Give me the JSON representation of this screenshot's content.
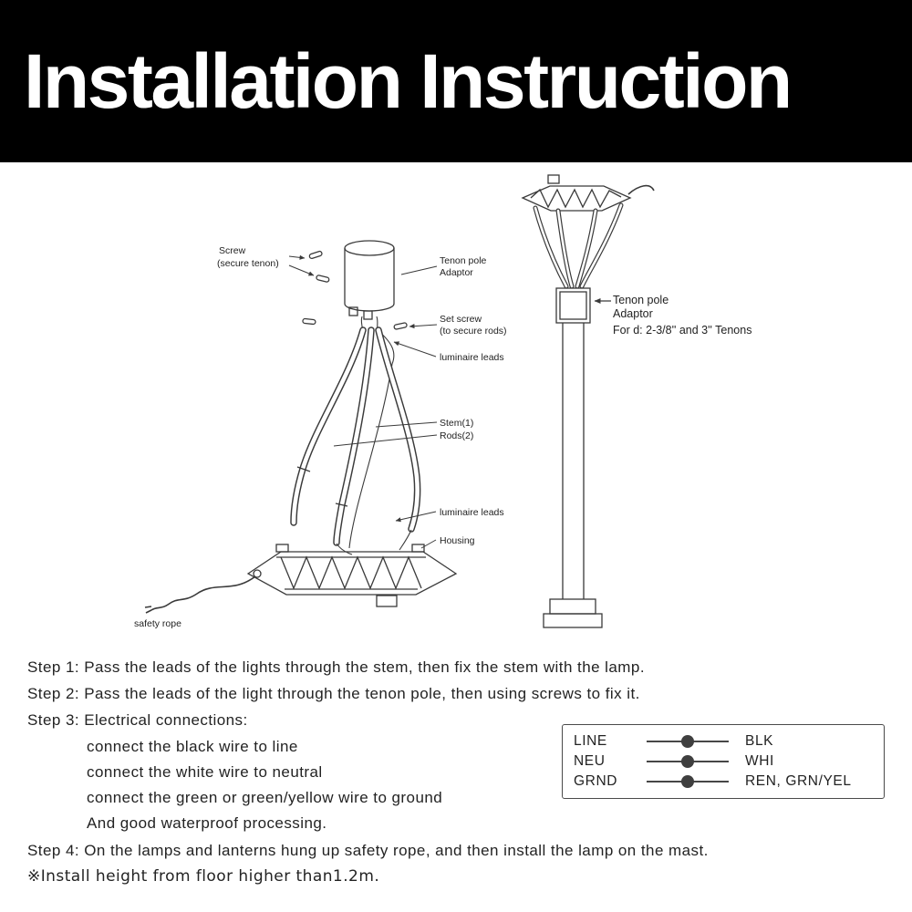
{
  "header": {
    "title": "Installation Instruction"
  },
  "diagram": {
    "labels": {
      "screw_1": "Screw",
      "screw_2": "(secure tenon)",
      "tenon_adaptor_1": "Tenon pole",
      "tenon_adaptor_2": "Adaptor",
      "set_screw_1": "Set screw",
      "set_screw_2": "(to secure rods)",
      "luminaire_leads_top": "luminaire leads",
      "stem": "Stem(1)",
      "rods": "Rods(2)",
      "luminaire_leads_bottom": "luminaire leads",
      "housing": "Housing",
      "safety_rope": "safety rope",
      "pole_adaptor_1": "Tenon pole",
      "pole_adaptor_2": "Adaptor",
      "pole_adaptor_3": "For d: 2-3/8'' and 3'' Tenons"
    }
  },
  "steps": {
    "step1": "Step 1: Pass the leads of the lights through the stem, then fix the stem with the lamp.",
    "step2": "Step 2: Pass the leads of the light through the tenon pole, then using screws to fix it.",
    "step3_title": "Step 3: Electrical connections:",
    "step3_lines": [
      "connect the black wire to line",
      "connect the white wire to neutral",
      "connect the green or green/yellow wire to ground",
      "And good waterproof processing."
    ],
    "step4": "Step 4: On the lamps and lanterns hung up safety rope, and then install the lamp on the mast.",
    "note": "※Install height from floor higher than1.2m."
  },
  "wiring_table": {
    "rows": [
      {
        "left": "LINE",
        "right": "BLK"
      },
      {
        "left": "NEU",
        "right": "WHI"
      },
      {
        "left": "GRND",
        "right": "REN, GRN/YEL"
      }
    ]
  },
  "colors": {
    "banner_bg": "#000000",
    "banner_text": "#ffffff",
    "line_color": "#3a3a3a",
    "text_color": "#232323"
  }
}
